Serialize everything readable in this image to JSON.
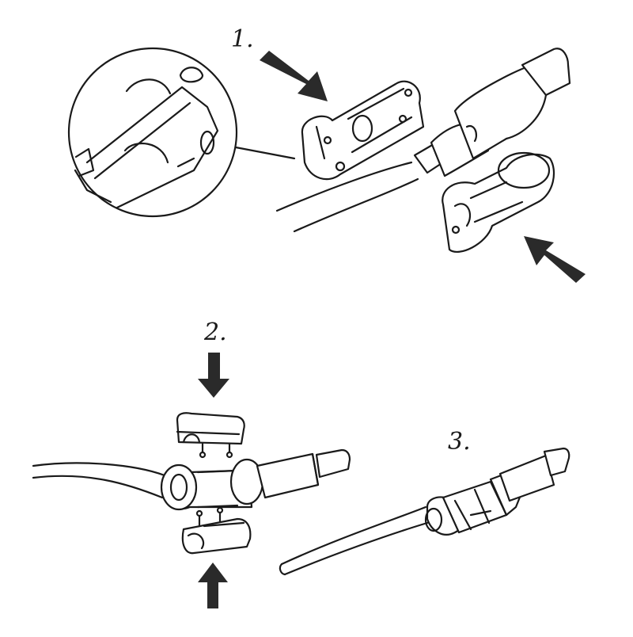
{
  "steps": [
    {
      "label": "1."
    },
    {
      "label": "2."
    },
    {
      "label": "3."
    }
  ],
  "colors": {
    "ink": "#1a1a1a",
    "arrow": "#2a2a2a",
    "background": "#ffffff"
  },
  "icons": [
    "arrow-icon",
    "magnifier-circle",
    "cable",
    "clip-half"
  ]
}
